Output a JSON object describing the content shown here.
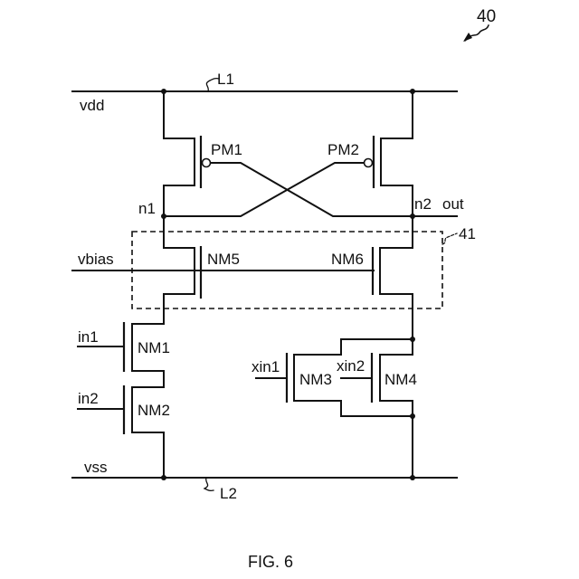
{
  "figure": {
    "ref_number": "40",
    "caption": "FIG. 6"
  },
  "nets": {
    "vdd": "vdd",
    "vss": "vss",
    "vbias": "vbias",
    "n1": "n1",
    "n2": "n2",
    "out": "out",
    "in1": "in1",
    "in2": "in2",
    "xin1": "xin1",
    "xin2": "xin2"
  },
  "lines": {
    "L1": "L1",
    "L2": "L2"
  },
  "block": {
    "label": "41"
  },
  "transistors": {
    "PM1": "PM1",
    "PM2": "PM2",
    "NM1": "NM1",
    "NM2": "NM2",
    "NM3": "NM3",
    "NM4": "NM4",
    "NM5": "NM5",
    "NM6": "NM6"
  }
}
